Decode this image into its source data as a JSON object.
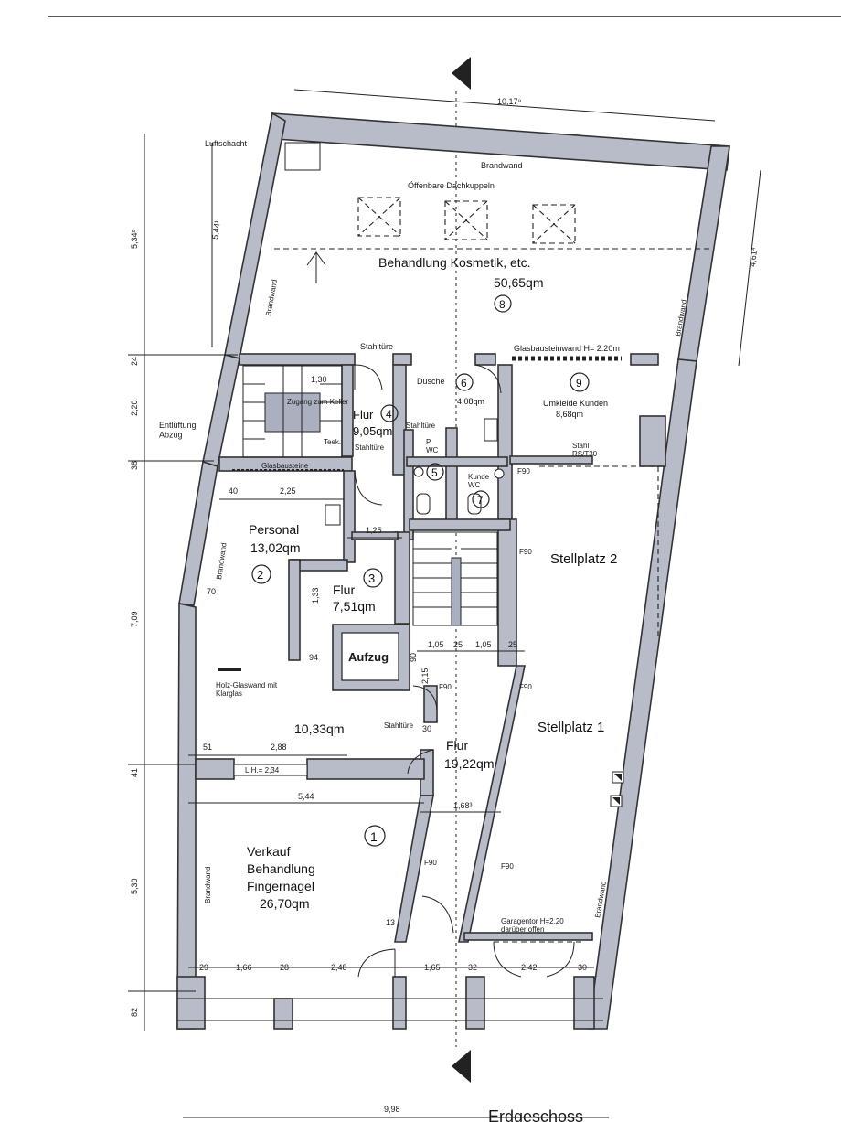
{
  "dimensions": {
    "top_width": "10,17⁹",
    "left_top_height": "5,34²",
    "left_inner_height": "5,44¹",
    "right_top_height": "4,61⁴",
    "bottom_width": "9,98",
    "left_24": "24",
    "left_220": "2,20",
    "left_38": "38",
    "left_709": "7,09",
    "left_41": "41",
    "left_530": "5,30",
    "left_82": "82",
    "stair_130": "1,30",
    "w_40": "40",
    "w_225": "2,25",
    "w_125": "1,25",
    "w_70": "70",
    "w_133": "1,33",
    "w_94": "94",
    "w_105a": "1,05",
    "w_25a": "25",
    "w_105b": "1,05",
    "w_25b": "25",
    "w_90": "90",
    "w_215": "2,15",
    "w_30": "30",
    "w_51": "51",
    "w_288": "2,88",
    "w_544": "5,44",
    "w_168": "1,68³",
    "w_13": "13",
    "b_29": "29",
    "b_166": "1,66",
    "b_28": "28",
    "b_248": "2,48",
    "b_165": "1,65",
    "b_32": "32",
    "b_242": "2,42",
    "b_30": "30"
  },
  "labels": {
    "luftschacht": "Luftschacht",
    "brandwand_top": "Brandwand",
    "dachkuppeln": "Öffenbare Dachkuppeln",
    "brandwand_left": "Brandwand",
    "brandwand_right": "Brandwand",
    "brandwand_left2": "Brandwand",
    "brandwand_left3": "Brandwand",
    "brandwand_right2": "Brandwand",
    "stahltuere_top": "Stahltüre",
    "glasbausteinwand": "Glasbausteinwand H= 2.20m",
    "zugang_keller": "Zugang zum Keller",
    "teek": "Teek.",
    "stahltuere_flur4": "Stahltüre",
    "stahltuere_mid": "Stahltüre",
    "p_wc": "P.\nWC",
    "dusche": "Dusche",
    "kunden_wc": "Kunde\nWC",
    "stahl_rs": "Stahl\nRS/T30",
    "f90_a": "F90",
    "entlueftung": "Entlüftung\nAbzug",
    "glasbausteine": "Glasbausteine",
    "f90_b": "F90",
    "f90_c": "F90",
    "aufzug": "Aufzug",
    "f90_d": "F90",
    "holz_glaswand": "Holz-Glaswand mit\nKlarglas",
    "stahltuere_flur": "Stahltüre",
    "lh": "L.H.= 2,34",
    "f90_e": "F90",
    "f90_f": "F90",
    "garagentor": "Garagentor H=2.20\ndarüber offen",
    "footer_title": "Erdgeschoss"
  },
  "rooms": {
    "r8_name": "Behandlung Kosmetik, etc.",
    "r8_area": "50,65qm",
    "r8_num": "8",
    "r4_name": "Flur",
    "r4_area": "9,05qm",
    "r4_num": "4",
    "r6_area": "4,08qm",
    "r6_num": "6",
    "r9_name": "Umkleide Kunden",
    "r9_area": "8,68qm",
    "r9_num": "9",
    "r5_num": "5",
    "r7_num": "7",
    "r2_name": "Personal",
    "r2_area": "13,02qm",
    "r2_num": "2",
    "r3_name": "Flur",
    "r3_area": "7,51qm",
    "r3_num": "3",
    "stellplatz2": "Stellplatz 2",
    "stellplatz1": "Stellplatz 1",
    "hall_area": "10,33qm",
    "flur_big_name": "Flur",
    "flur_big_area": "19,22qm",
    "r1_name1": "Verkauf",
    "r1_name2": "Behandlung",
    "r1_name3": "Fingernagel",
    "r1_area": "26,70qm",
    "r1_num": "1"
  },
  "colors": {
    "wall_fill": "#b8bcc9",
    "line": "#222222",
    "background": "#ffffff"
  }
}
